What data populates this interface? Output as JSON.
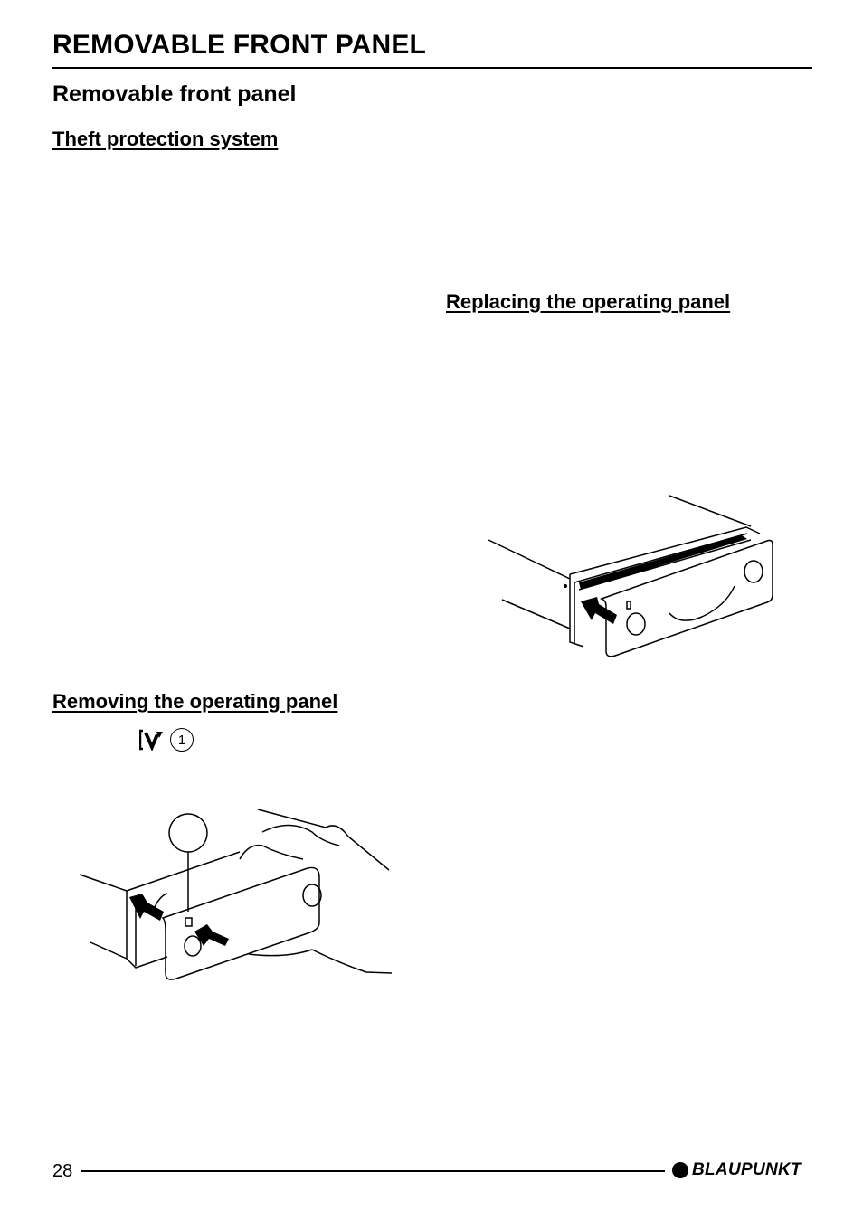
{
  "page": {
    "title": "REMOVABLE FRONT PANEL",
    "section_title": "Removable front panel",
    "number": "28"
  },
  "subsections": {
    "theft": "Theft protection system",
    "replacing": "Replacing the operating panel",
    "removing": "Removing the operating panel"
  },
  "key_reference": {
    "icon": "release-key-icon",
    "number": "1"
  },
  "figures": {
    "replacing_callout": "",
    "removing_callout": ""
  },
  "brand": {
    "name": "BLAUPUNKT"
  }
}
